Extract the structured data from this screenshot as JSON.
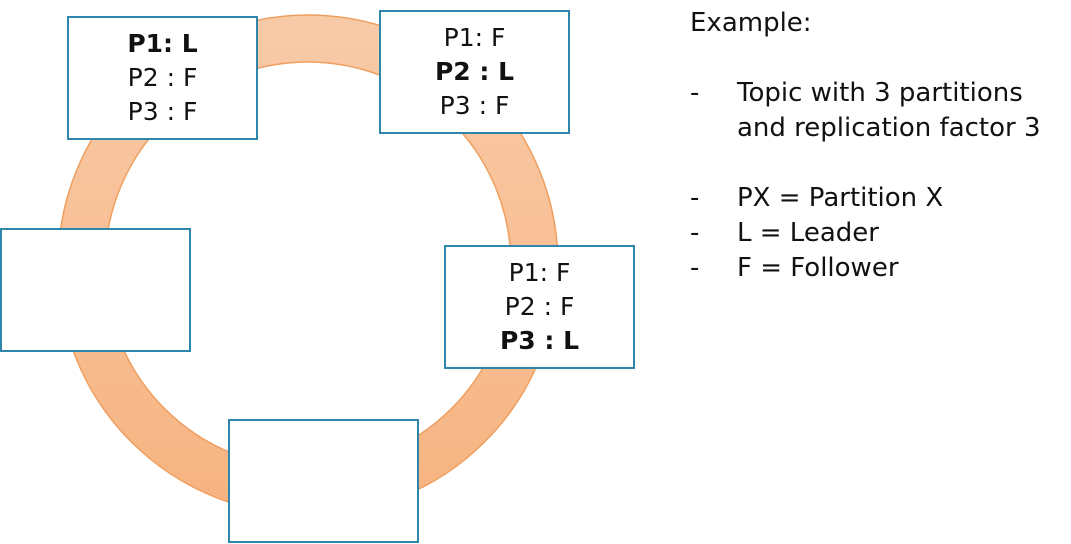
{
  "diagram": {
    "ring_color": "#f9c19a",
    "ring_stroke": "#f0a060",
    "box_border": "#2e86ab",
    "brokers": [
      {
        "lines": [
          {
            "text": "P1: L",
            "bold": true
          },
          {
            "text": "P2 : F",
            "bold": false
          },
          {
            "text": "P3 : F",
            "bold": false
          }
        ]
      },
      {
        "lines": [
          {
            "text": "P1: F",
            "bold": false
          },
          {
            "text": "P2 : L",
            "bold": true
          },
          {
            "text": "P3 : F",
            "bold": false
          }
        ]
      },
      {
        "lines": [
          {
            "text": "P1: F",
            "bold": false
          },
          {
            "text": "P2 : F",
            "bold": false
          },
          {
            "text": "P3 : L",
            "bold": true
          }
        ]
      },
      {
        "lines": []
      },
      {
        "lines": []
      }
    ]
  },
  "legend": {
    "title": "Example:",
    "bullet": "-",
    "group1": [
      "Topic with 3 partitions and replication factor 3"
    ],
    "group2": [
      "PX = Partition X",
      "L = Leader",
      "F = Follower"
    ]
  }
}
